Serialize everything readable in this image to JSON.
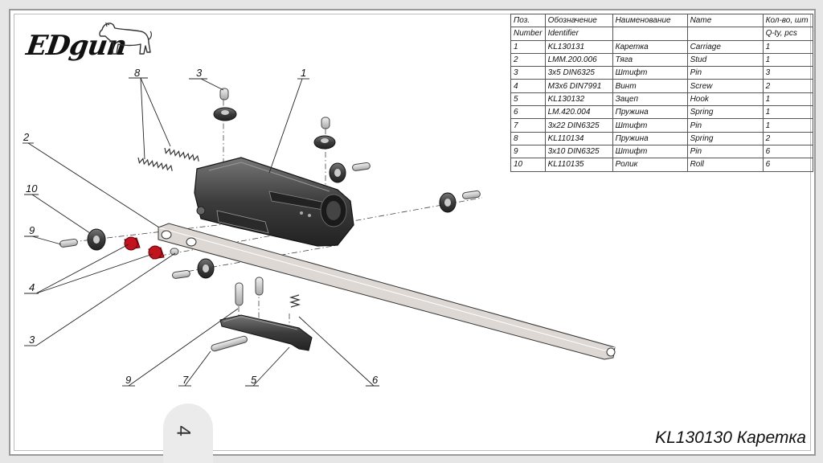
{
  "brand": "EDgun",
  "drawing_title": "KL130130 Каретка",
  "page_number": "4",
  "table": {
    "header1": [
      "Поз.",
      "Обозначение",
      "Наименование",
      "Name",
      "Кол-во, шт"
    ],
    "header2": [
      "Number",
      "Identifier",
      "",
      "",
      "Q-ty, pcs"
    ],
    "rows": [
      [
        "1",
        "KL130131",
        "Каретка",
        "Carriage",
        "1"
      ],
      [
        "2",
        "LMM.200.006",
        "Тяга",
        "Stud",
        "1"
      ],
      [
        "3",
        "3x5 DIN6325",
        "Штифт",
        " Pin",
        "3"
      ],
      [
        "4",
        "M3x6 DIN7991",
        "Винт",
        "Screw",
        "2"
      ],
      [
        "5",
        "KL130132",
        "Зацеп",
        "Hook",
        "1"
      ],
      [
        "6",
        "LM.420.004",
        "Пружина",
        "Spring",
        "1"
      ],
      [
        "7",
        "3x22 DIN6325",
        "Штифт",
        " Pin",
        "1"
      ],
      [
        "8",
        "KL110134",
        "Пружина",
        "Spring",
        "2"
      ],
      [
        "9",
        "3x10 DIN6325",
        "Штифт",
        " Pin",
        "6"
      ],
      [
        "10",
        "KL110135",
        "Ролик",
        "Roll",
        "6"
      ]
    ]
  },
  "callouts": {
    "c1": "1",
    "c2": "2",
    "c3a": "3",
    "c3b": "3",
    "c4": "4",
    "c5": "5",
    "c6": "6",
    "c7": "7",
    "c8": "8",
    "c9a": "9",
    "c9b": "9",
    "c10": "10"
  },
  "colors": {
    "screw": "#c0141e",
    "frame": "#9a9a9a",
    "ink": "#111111"
  }
}
